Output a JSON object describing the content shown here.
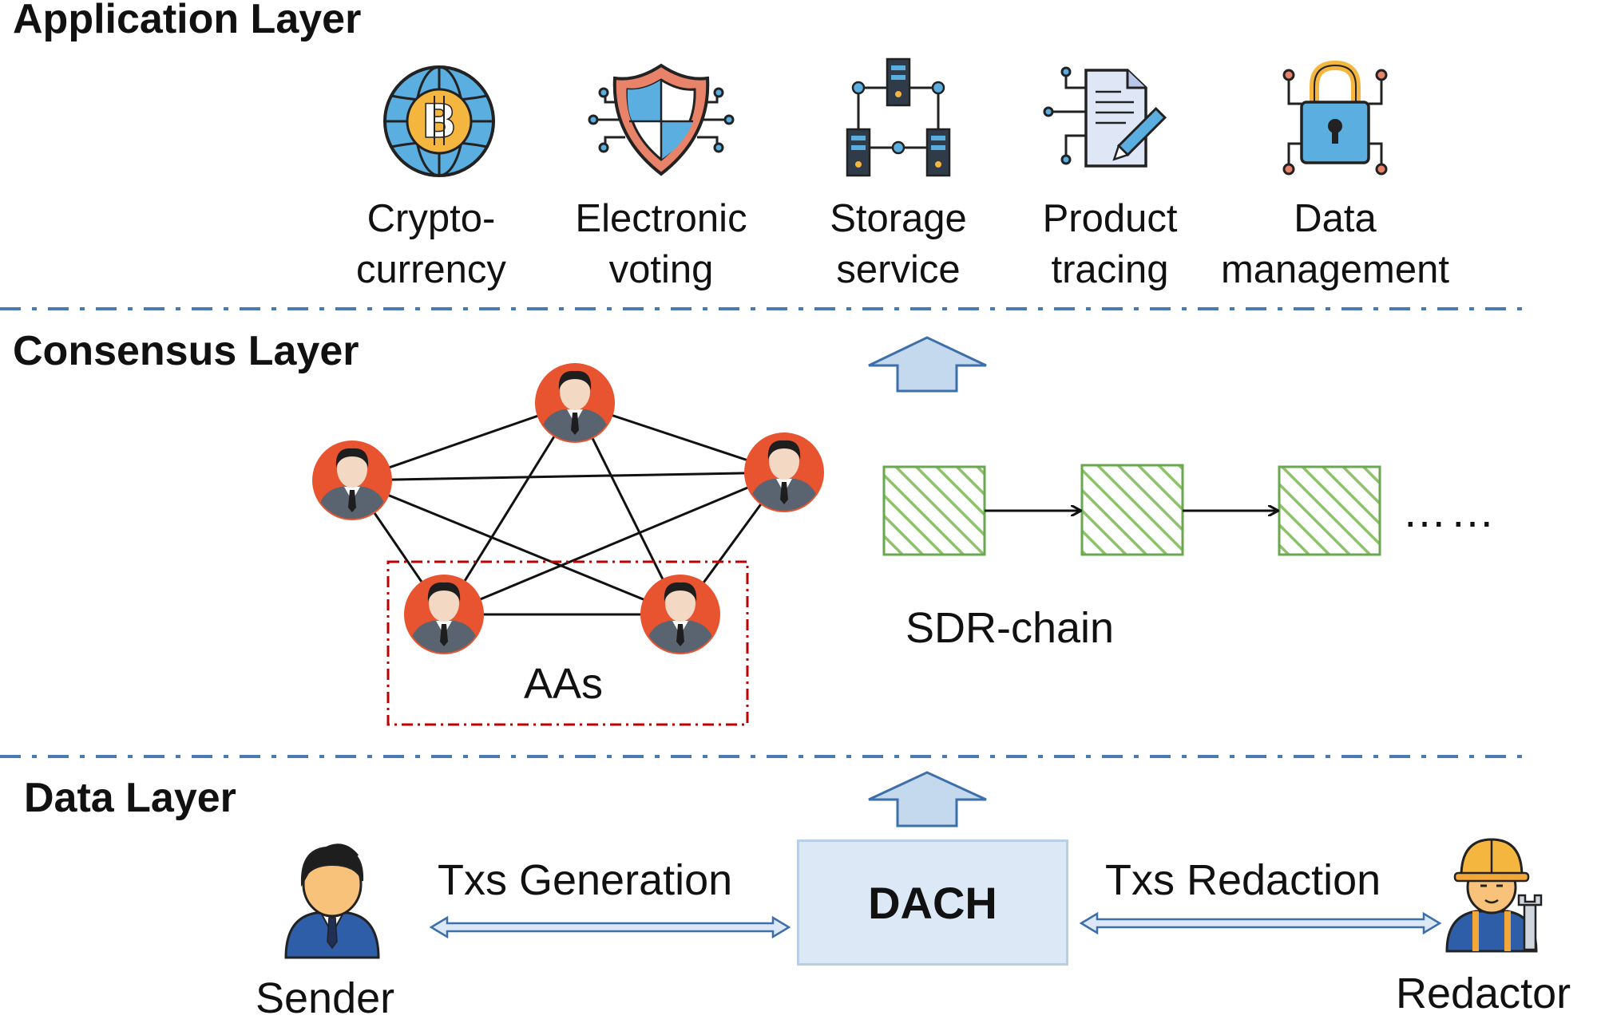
{
  "layers": {
    "application": {
      "title": "Application Layer"
    },
    "consensus": {
      "title": "Consensus Layer"
    },
    "data": {
      "title": "Data Layer"
    }
  },
  "applications": [
    {
      "line1": "Crypto-",
      "line2": "currency",
      "icon": "bitcoin-globe-icon"
    },
    {
      "line1": "Electronic",
      "line2": "voting",
      "icon": "shield-circuit-icon"
    },
    {
      "line1": "Storage",
      "line2": "service",
      "icon": "server-network-icon"
    },
    {
      "line1": "Product",
      "line2": "tracing",
      "icon": "document-pen-icon"
    },
    {
      "line1": "Data",
      "line2": "management",
      "icon": "padlock-circuit-icon"
    }
  ],
  "consensus": {
    "group_label": "AAs",
    "chain_label": "SDR-chain",
    "chain_ellipsis": "……"
  },
  "data_layer": {
    "sender_label": "Sender",
    "redactor_label": "Redactor",
    "dach_label": "DACH",
    "txs_generation_label": "Txs Generation",
    "txs_redaction_label": "Txs Redaction"
  },
  "colors": {
    "separator": "#4a7bb0",
    "arrow_fill": "#c5d9ee",
    "arrow_stroke": "#3d6fa8",
    "block_stroke": "#6aa84f",
    "group_box": "#c00000",
    "avatar_bg": "#e8542f",
    "dach_fill": "#dce8f5"
  }
}
